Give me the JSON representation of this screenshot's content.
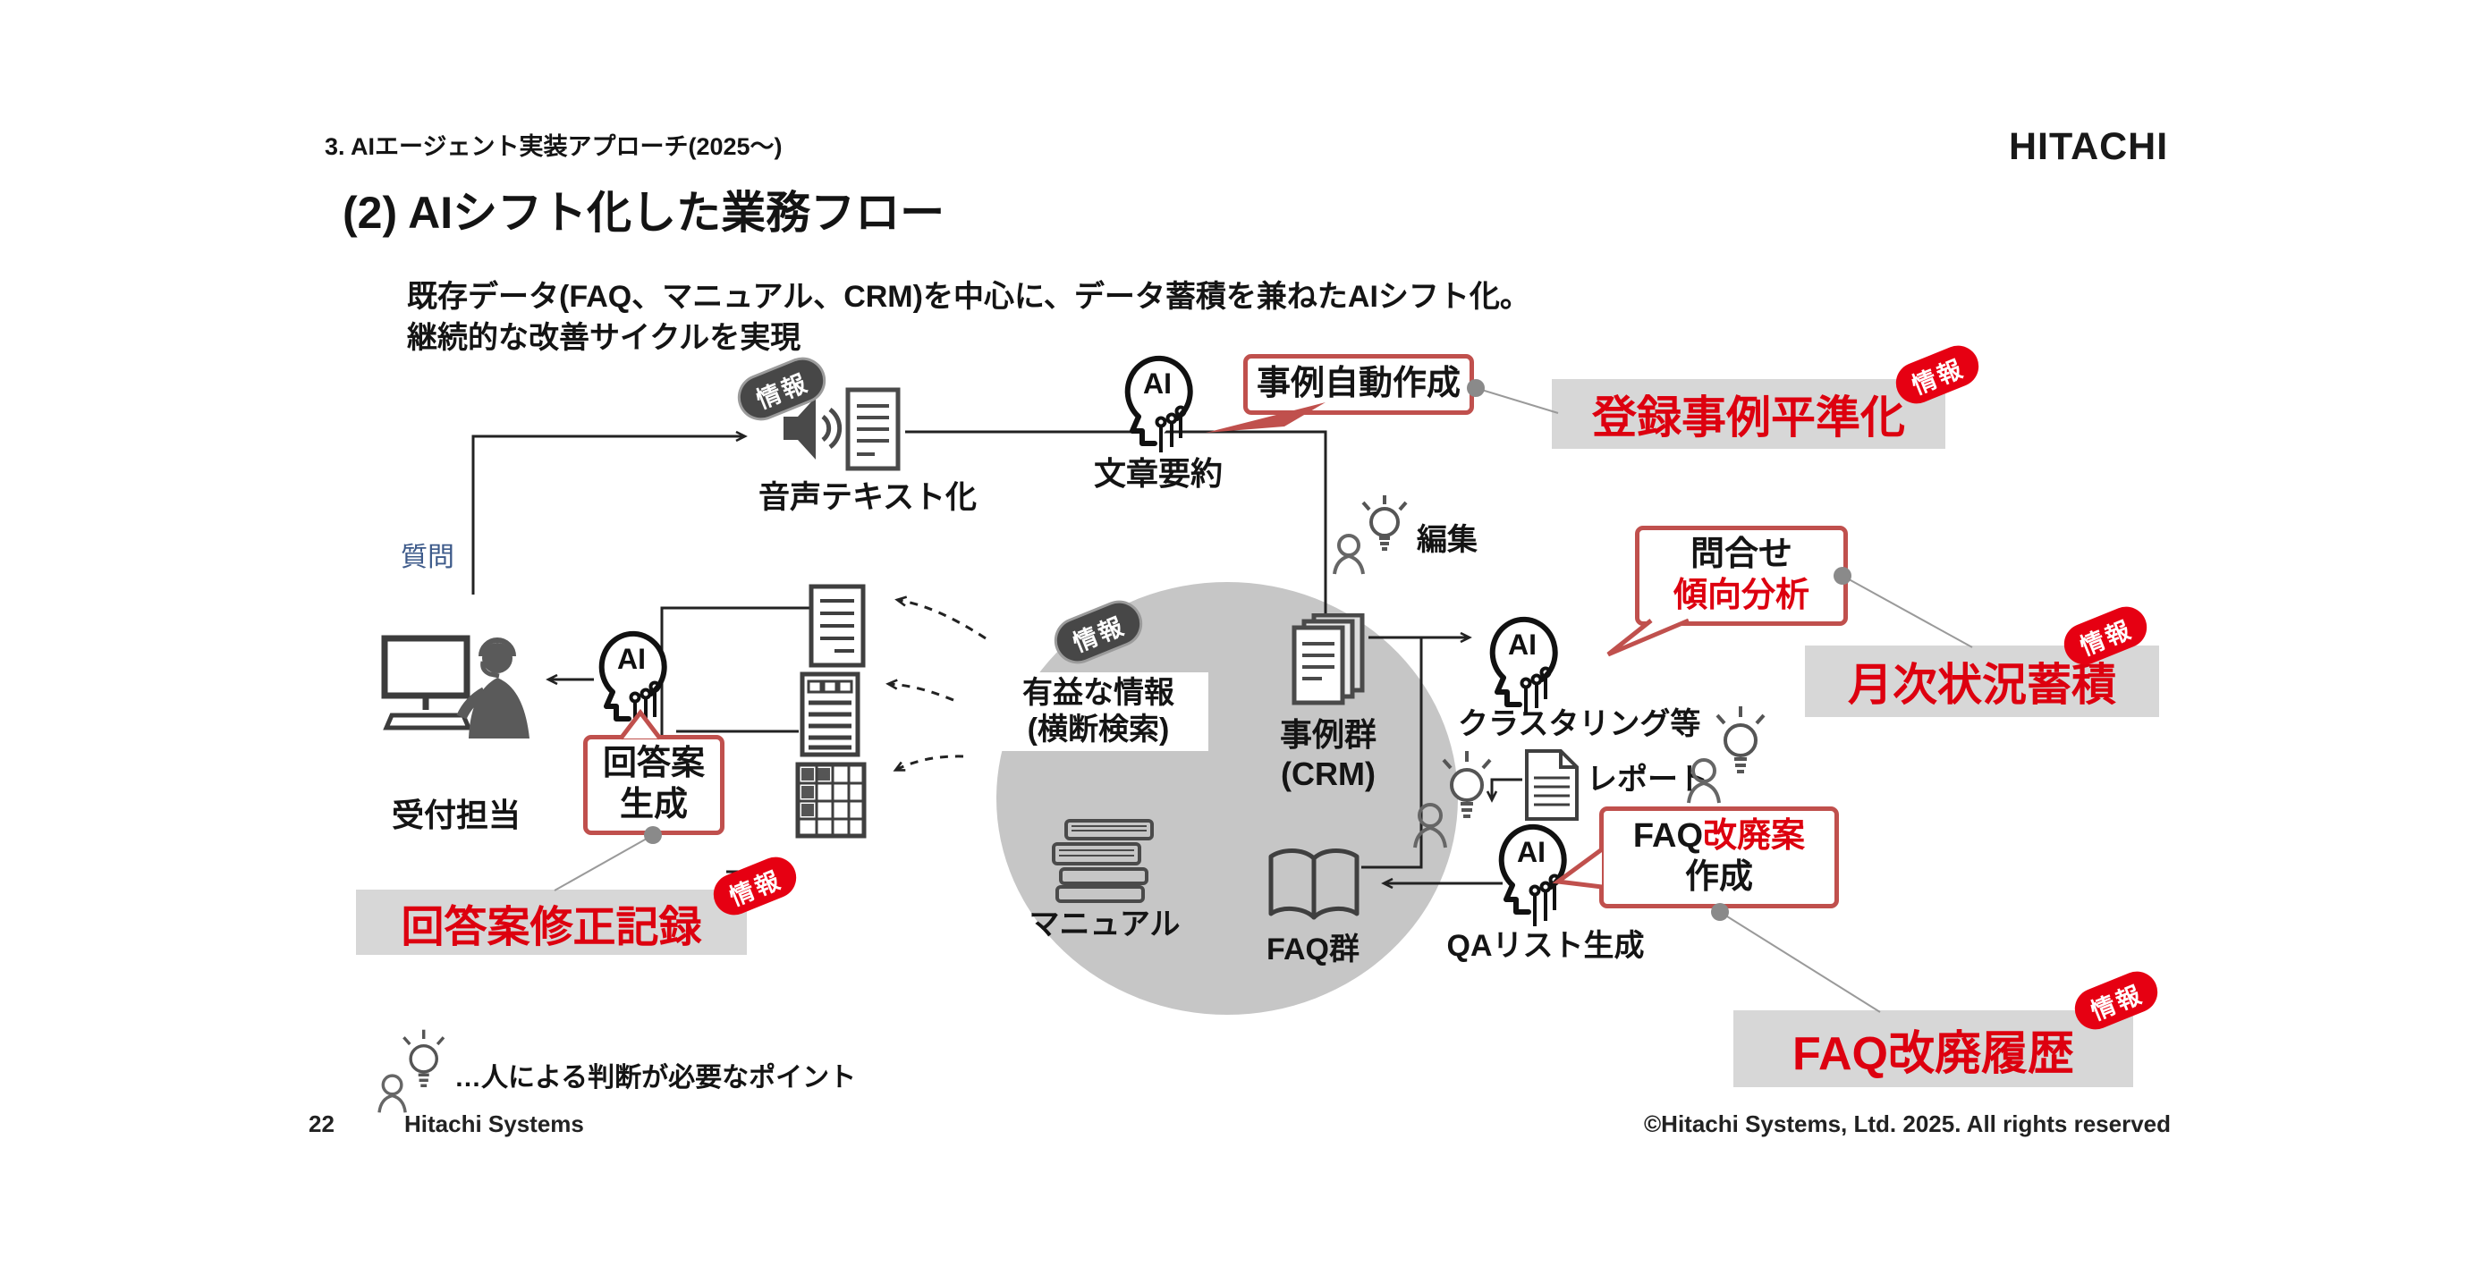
{
  "slide": {
    "section_header": "3. AIエージェント実装アプローチ(2025〜)",
    "logo": "HITACHI",
    "title": "(2) AIシフト化した業務フロー",
    "subtitle_line1": "既存データ(FAQ、マニュアル、CRM)を中心に、データ蓄積を兼ねたAIシフト化。",
    "subtitle_line2": "継続的な改善サイクルを実現"
  },
  "flow": {
    "ai_label": "AI",
    "question": "質問",
    "reception": "受付担当",
    "voice_to_text": "音声テキスト化",
    "text_summary": "文章要約",
    "edit": "編集",
    "useful_info_line1": "有益な情報",
    "useful_info_line2": "(横断検索)",
    "cases_line1": "事例群",
    "cases_line2": "(CRM)",
    "manual": "マニュアル",
    "faq_group": "FAQ群",
    "clustering": "クラスタリング等",
    "report": "レポート",
    "qa_list": "QAリスト生成"
  },
  "bubbles": {
    "answer_line1": "回答案",
    "answer_line2": "生成",
    "case_auto": "事例自動作成",
    "inquiry_line1": "問合せ",
    "inquiry_line2": "傾向分析",
    "faq_black": "FAQ",
    "faq_red": "改廃案",
    "faq_line2": "作成"
  },
  "data_boxes": {
    "badge": "情報",
    "register_cases": "登録事例平準化",
    "monthly_status": "月次状況蓄積",
    "faq_history": "FAQ改廃履歴",
    "answer_fix_log": "回答案修正記録"
  },
  "legend": "…人による判断が必要なポイント",
  "footer": {
    "page_number": "22",
    "company": "Hitachi Systems",
    "copyright": "©Hitachi Systems, Ltd. 2025. All rights reserved"
  },
  "colors": {
    "accent_red": "#e60012",
    "box_text_red": "#dd000f",
    "bubble_border": "#c0504d",
    "gray_box": "#d7d7d7",
    "circle_gray": "#c6c6c6",
    "dark_badge": "#474747",
    "question_blue": "#3d5a8a"
  }
}
